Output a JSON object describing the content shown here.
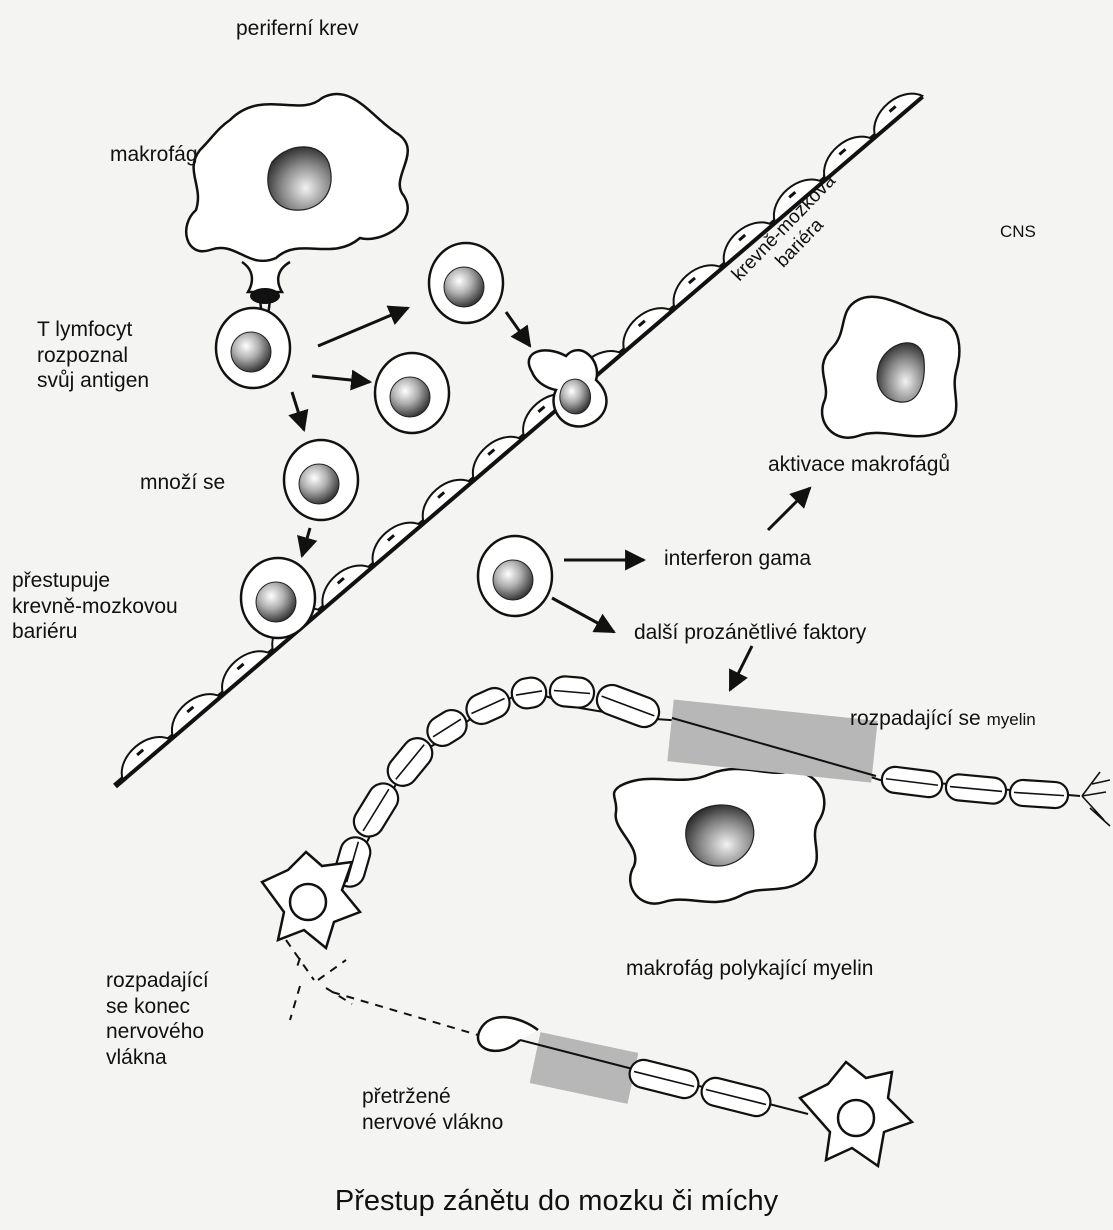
{
  "labels": {
    "peripheral_blood": "periferní krev",
    "cns": "CNS",
    "macrophage": "makrofág",
    "barrier": [
      "krevně-mozková",
      "bariéra"
    ],
    "t_cell": [
      "T lymfocyt",
      "rozpoznal",
      "svůj antigen"
    ],
    "proliferates": "množí se",
    "crosses": [
      "přestupuje",
      "krevně-mozkovou",
      "bariéru"
    ],
    "macrophage_activation": "aktivace makrofágů",
    "interferon": "interferon gama",
    "other_factors": "další prozánětlivé faktory",
    "myelin_breakdown": [
      "rozpadající se",
      "myelin"
    ],
    "macrophage_eating": "makrofág polykající myelin",
    "nerve_end": [
      "rozpadající",
      "se konec",
      "nervového",
      "vlákna"
    ],
    "broken_fiber": [
      "přetržené",
      "nervové vlákno"
    ]
  },
  "title": "Přestup zánětu do mozku či míchy",
  "colors": {
    "ink": "#111111",
    "background": "#f4f4f2",
    "demyelinated": "#b7b7b7",
    "cell_fill": "#ffffff"
  }
}
